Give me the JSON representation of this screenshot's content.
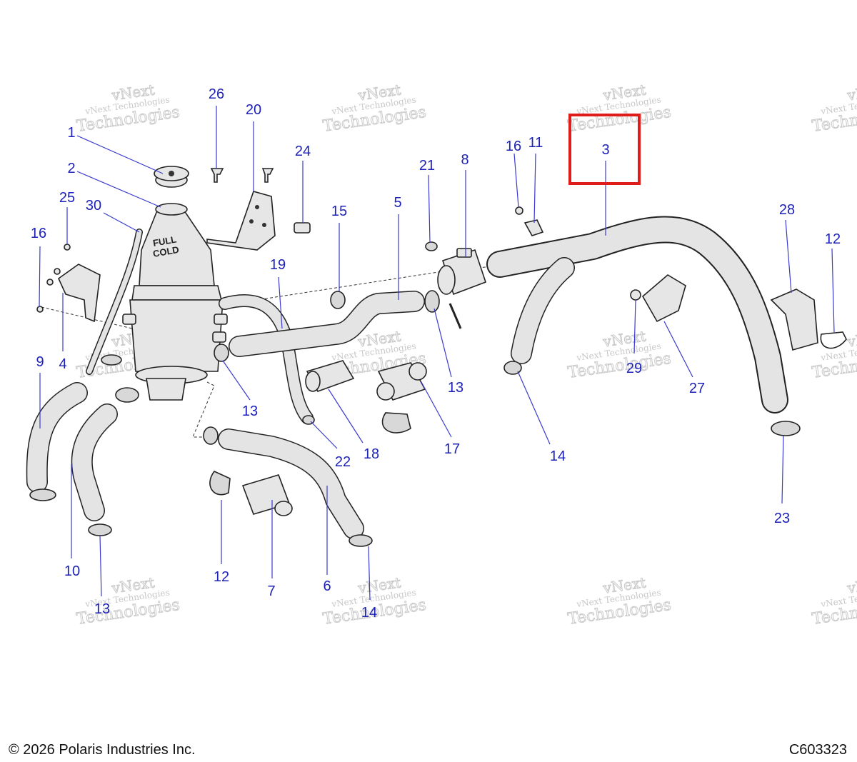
{
  "footer": {
    "copyright": "© 2026 Polaris Industries Inc.",
    "drawing_id": "C603323"
  },
  "watermark": {
    "line1": "vNext Technologies",
    "line2": "vNext",
    "line3": "Technologies"
  },
  "highlight": {
    "callout": "3",
    "color": "#e11a1a"
  },
  "callout_color": "#1e22b8",
  "tank_label": {
    "line1": "FULL",
    "line2": "COLD"
  },
  "callouts": [
    {
      "id": "c1",
      "label": "1"
    },
    {
      "id": "c2",
      "label": "2"
    },
    {
      "id": "c3",
      "label": "3"
    },
    {
      "id": "c4",
      "label": "4"
    },
    {
      "id": "c5",
      "label": "5"
    },
    {
      "id": "c6",
      "label": "6"
    },
    {
      "id": "c7",
      "label": "7"
    },
    {
      "id": "c8",
      "label": "8"
    },
    {
      "id": "c9",
      "label": "9"
    },
    {
      "id": "c10",
      "label": "10"
    },
    {
      "id": "c11",
      "label": "11"
    },
    {
      "id": "c12a",
      "label": "12"
    },
    {
      "id": "c12b",
      "label": "12"
    },
    {
      "id": "c13a",
      "label": "13"
    },
    {
      "id": "c13b",
      "label": "13"
    },
    {
      "id": "c13c",
      "label": "13"
    },
    {
      "id": "c14a",
      "label": "14"
    },
    {
      "id": "c14b",
      "label": "14"
    },
    {
      "id": "c15",
      "label": "15"
    },
    {
      "id": "c16a",
      "label": "16"
    },
    {
      "id": "c16b",
      "label": "16"
    },
    {
      "id": "c17",
      "label": "17"
    },
    {
      "id": "c18",
      "label": "18"
    },
    {
      "id": "c19",
      "label": "19"
    },
    {
      "id": "c20",
      "label": "20"
    },
    {
      "id": "c21",
      "label": "21"
    },
    {
      "id": "c22",
      "label": "22"
    },
    {
      "id": "c23",
      "label": "23"
    },
    {
      "id": "c24",
      "label": "24"
    },
    {
      "id": "c25",
      "label": "25"
    },
    {
      "id": "c26",
      "label": "26"
    },
    {
      "id": "c27",
      "label": "27"
    },
    {
      "id": "c28",
      "label": "28"
    },
    {
      "id": "c29",
      "label": "29"
    },
    {
      "id": "c30",
      "label": "30"
    }
  ]
}
